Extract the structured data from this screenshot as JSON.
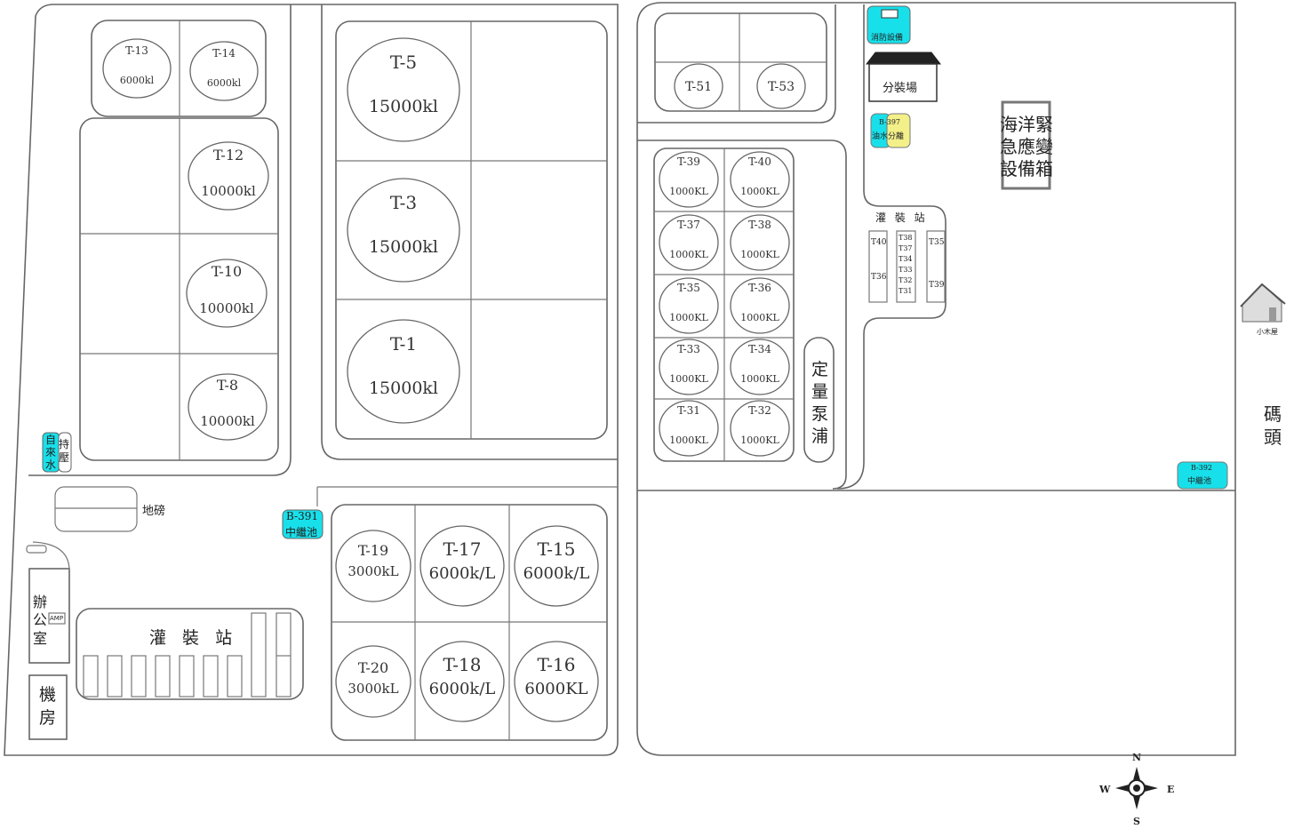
{
  "tanks": [
    {
      "id": "T-13",
      "cap": "6000kl"
    },
    {
      "id": "T-14",
      "cap": "6000kl"
    },
    {
      "id": "T-12",
      "cap": "10000kl"
    },
    {
      "id": "T-10",
      "cap": "10000kl"
    },
    {
      "id": "T-8",
      "cap": "10000kl"
    },
    {
      "id": "T-5",
      "cap": "15000kl"
    },
    {
      "id": "T-3",
      "cap": "15000kl"
    },
    {
      "id": "T-1",
      "cap": "15000kl"
    },
    {
      "id": "T-51",
      "cap": ""
    },
    {
      "id": "T-53",
      "cap": ""
    },
    {
      "id": "T-39",
      "cap": "1000KL"
    },
    {
      "id": "T-40",
      "cap": "1000KL"
    },
    {
      "id": "T-37",
      "cap": "1000KL"
    },
    {
      "id": "T-38",
      "cap": "1000KL"
    },
    {
      "id": "T-35",
      "cap": "1000KL"
    },
    {
      "id": "T-36",
      "cap": "1000KL"
    },
    {
      "id": "T-33",
      "cap": "1000KL"
    },
    {
      "id": "T-34",
      "cap": "1000KL"
    },
    {
      "id": "T-31",
      "cap": "1000KL"
    },
    {
      "id": "T-32",
      "cap": "1000KL"
    },
    {
      "id": "T-19",
      "cap": "3000kL"
    },
    {
      "id": "T-17",
      "cap": "6000k/L"
    },
    {
      "id": "T-15",
      "cap": "6000k/L"
    },
    {
      "id": "T-20",
      "cap": "3000kL"
    },
    {
      "id": "T-18",
      "cap": "6000k/L"
    },
    {
      "id": "T-16",
      "cap": "6000KL"
    }
  ],
  "labels": {
    "weighbridge": "地磅",
    "pressure_water": [
      "自",
      "來",
      "水"
    ],
    "pressure_hold": [
      "持",
      "壓"
    ],
    "office": [
      "辦",
      "公",
      "室"
    ],
    "machine_room": [
      "機",
      "房"
    ],
    "filling_station_main": "灌 裝 站",
    "filling_station_small": "灌 裝 站",
    "metering_pump": [
      "定",
      "量",
      "泵",
      "浦"
    ],
    "packing_yard": "分裝場",
    "fire_equipment": "消防設備",
    "marine_emergency": [
      "海洋緊",
      "急應變",
      "設備箱"
    ],
    "wharf": [
      "碼",
      "頭"
    ],
    "small_house": "小木屋",
    "b391_a": [
      "B-391",
      "中繼池"
    ],
    "b392": [
      "B-392",
      "中繼池"
    ],
    "b397": [
      "B-397",
      "油水分離"
    ],
    "amp": "AMP"
  },
  "small_station_tanks": {
    "left": [
      "T40",
      "T36"
    ],
    "middle": [
      "T38",
      "T37",
      "T34",
      "T33",
      "T32",
      "T31"
    ],
    "right": [
      "T35",
      "T39"
    ]
  },
  "compass": {
    "n": "N",
    "s": "S",
    "e": "E",
    "w": "W"
  },
  "colors": {
    "cyan": "#18e0ea",
    "yellow": "#f3f08a",
    "line": "#666666"
  }
}
